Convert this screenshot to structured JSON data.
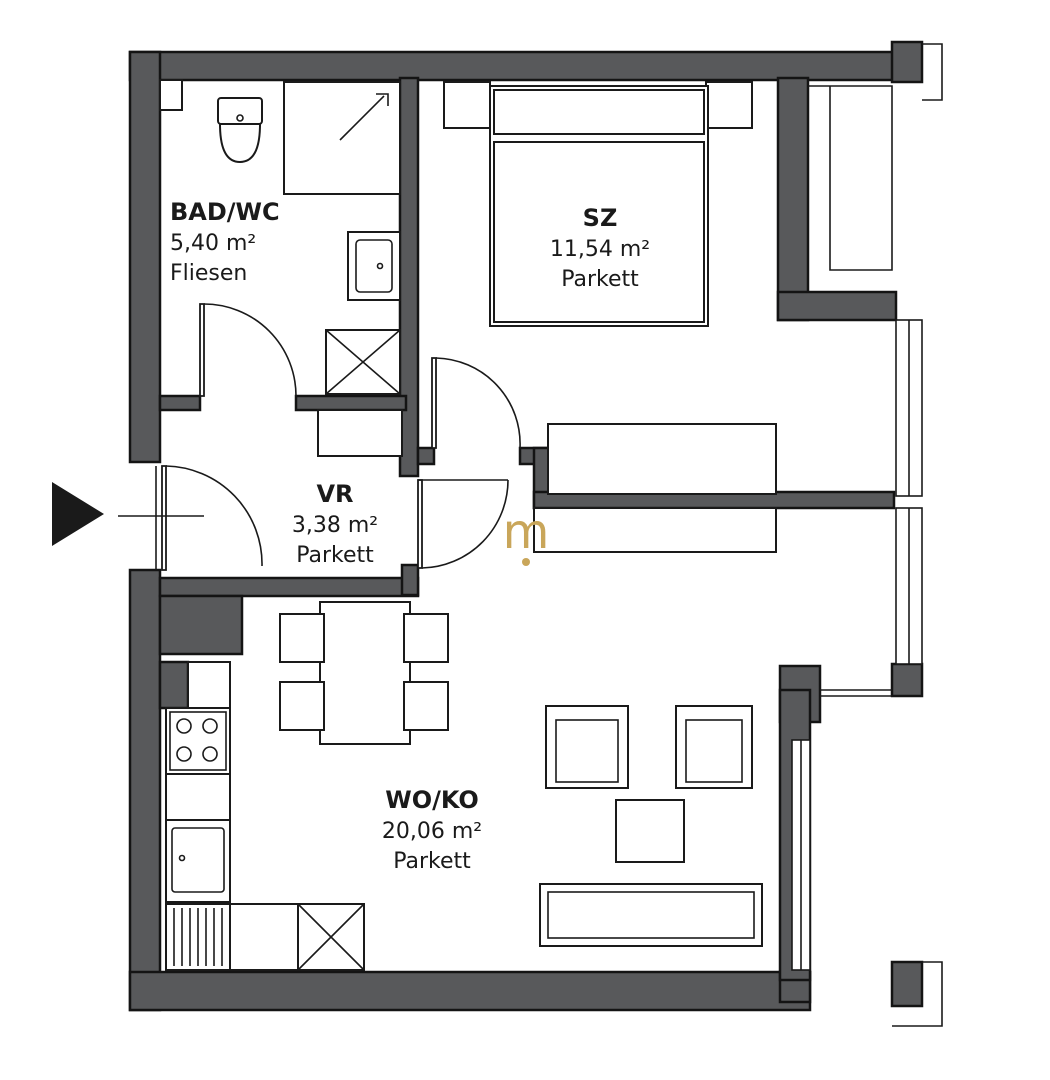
{
  "rooms": {
    "bad": {
      "name": "BAD/WC",
      "area": "5,40 m²",
      "floor": "Fliesen"
    },
    "sz": {
      "name": "SZ",
      "area": "11,54 m²",
      "floor": "Parkett"
    },
    "vr": {
      "name": "VR",
      "area": "3,38 m²",
      "floor": "Parkett"
    },
    "wo": {
      "name": "WO/KO",
      "area": "20,06 m²",
      "floor": "Parkett"
    }
  },
  "logo": {
    "letter": "m",
    "color": "#c9a65a"
  },
  "colors": {
    "wall": "#58595b",
    "outline": "#141414",
    "background": "#ffffff"
  },
  "icons": [
    "entrance-arrow-icon",
    "toilet-icon",
    "shower-icon",
    "sink-icon",
    "cooktop-icon",
    "kitchen-sink-icon",
    "logo-icon"
  ]
}
